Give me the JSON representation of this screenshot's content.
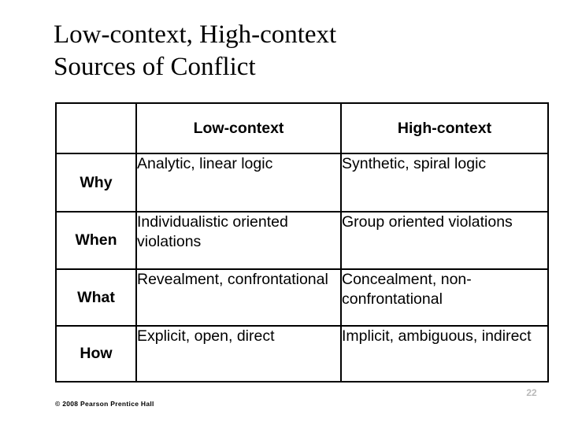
{
  "slide": {
    "title": "Low-context, High-context\nSources of Conflict",
    "copyright": "© 2008 Pearson Prentice Hall",
    "slide_number": "22",
    "slide_number_color": "#b9b9b9",
    "background_color": "#ffffff",
    "text_color": "#000000",
    "border_color": "#000000"
  },
  "table": {
    "corner_label": "",
    "columns": [
      {
        "key": "label",
        "label": ""
      },
      {
        "key": "low",
        "label": "Low-context"
      },
      {
        "key": "high",
        "label": "High-context"
      }
    ],
    "rows": [
      {
        "label": "Why",
        "low": "Analytic, linear logic",
        "high": "Synthetic, spiral logic"
      },
      {
        "label": "When",
        "low": "Individualistic oriented violations",
        "high": "Group oriented violations"
      },
      {
        "label": "What",
        "low": "Revealment, confrontational",
        "high": "Concealment, non-confrontational"
      },
      {
        "label": "How",
        "low": "Explicit, open, direct",
        "high": "Implicit, ambiguous, indirect"
      }
    ]
  }
}
